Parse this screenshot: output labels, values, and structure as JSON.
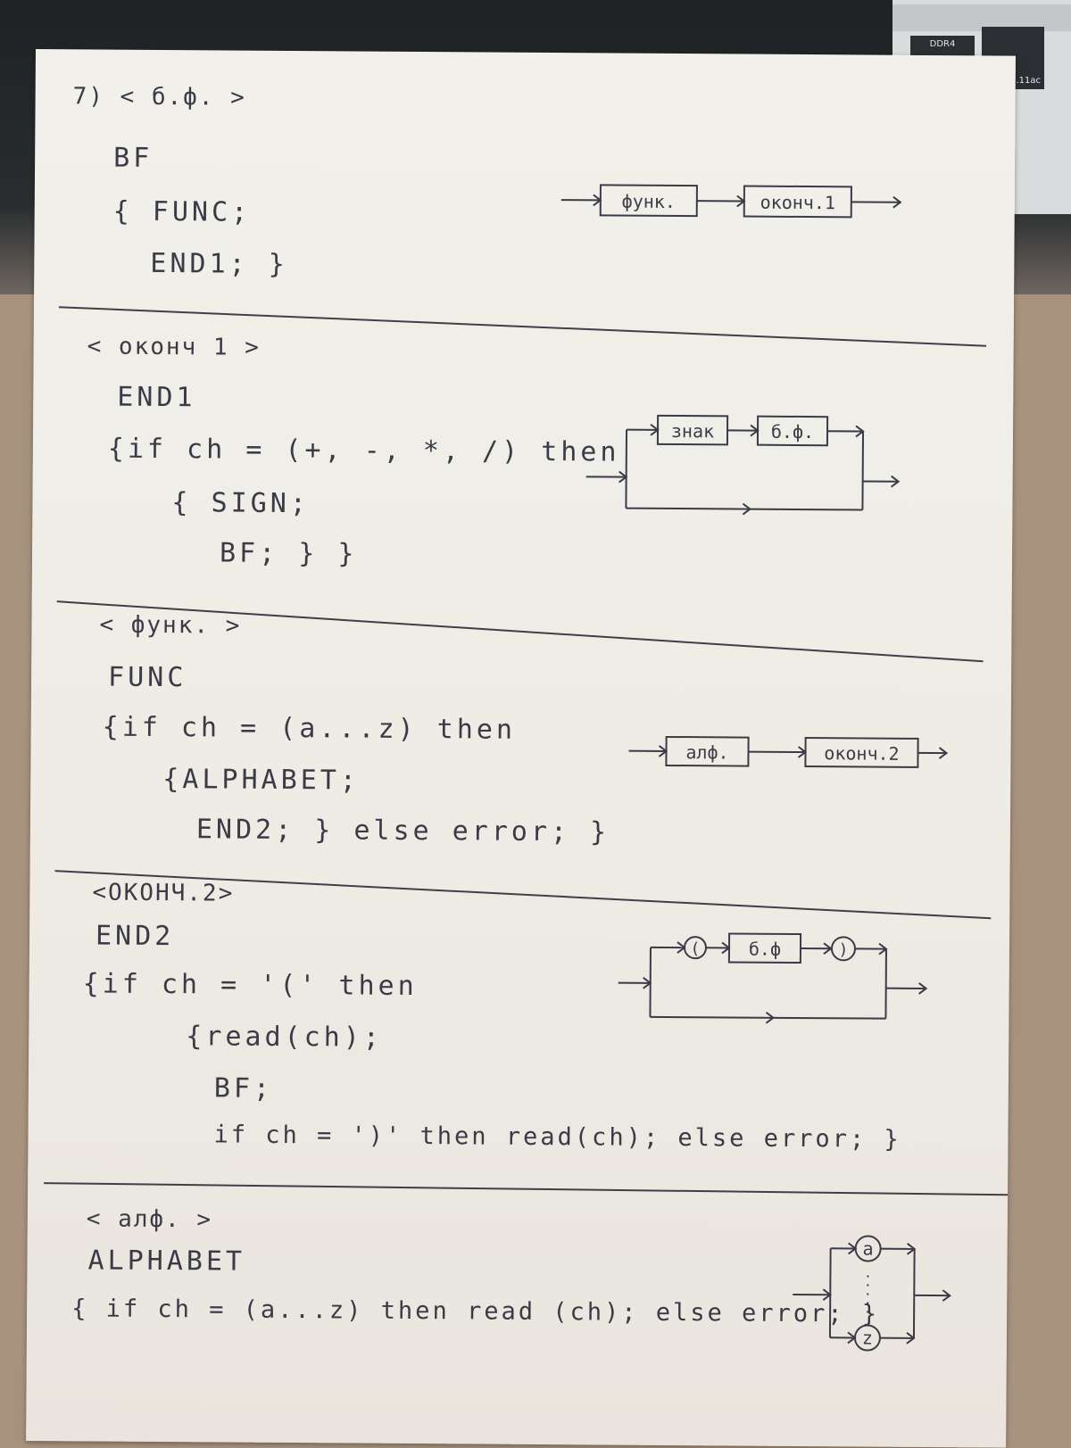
{
  "sections": [
    {
      "header": "7) < б.ф. >",
      "lines": [
        "BF",
        "{ FUNC;",
        "END1; }"
      ],
      "diagram_labels": [
        "функ.",
        "оконч.1"
      ]
    },
    {
      "header": "< оконч 1 >",
      "lines": [
        "END1",
        "{if ch = (+, -, *, /) then",
        "{ SIGN;",
        "BF; } }"
      ],
      "diagram_labels": [
        "знак",
        "б.ф."
      ]
    },
    {
      "header": "< функ. >",
      "lines": [
        "FUNC",
        "{if ch = (a...z) then",
        "{ALPHABET;",
        "END2; } else error; }"
      ],
      "diagram_labels": [
        "алф.",
        "оконч.2"
      ]
    },
    {
      "header": "<ОКОНЧ.2>",
      "lines": [
        "END2",
        "{if ch = '(' then",
        "{read(ch);",
        "BF;",
        "if ch = ')' then read(ch); else error; }"
      ],
      "diagram_labels": [
        "(",
        "б.ф",
        ")"
      ]
    },
    {
      "header": "< алф. >",
      "lines": [
        "ALPHABET",
        "{ if ch = (a...z) then read (ch); else error; }"
      ],
      "diagram_labels": [
        "a",
        "z"
      ]
    }
  ],
  "device": {
    "label_ddr": "DDR4",
    "label_wifi": ".11ac"
  }
}
